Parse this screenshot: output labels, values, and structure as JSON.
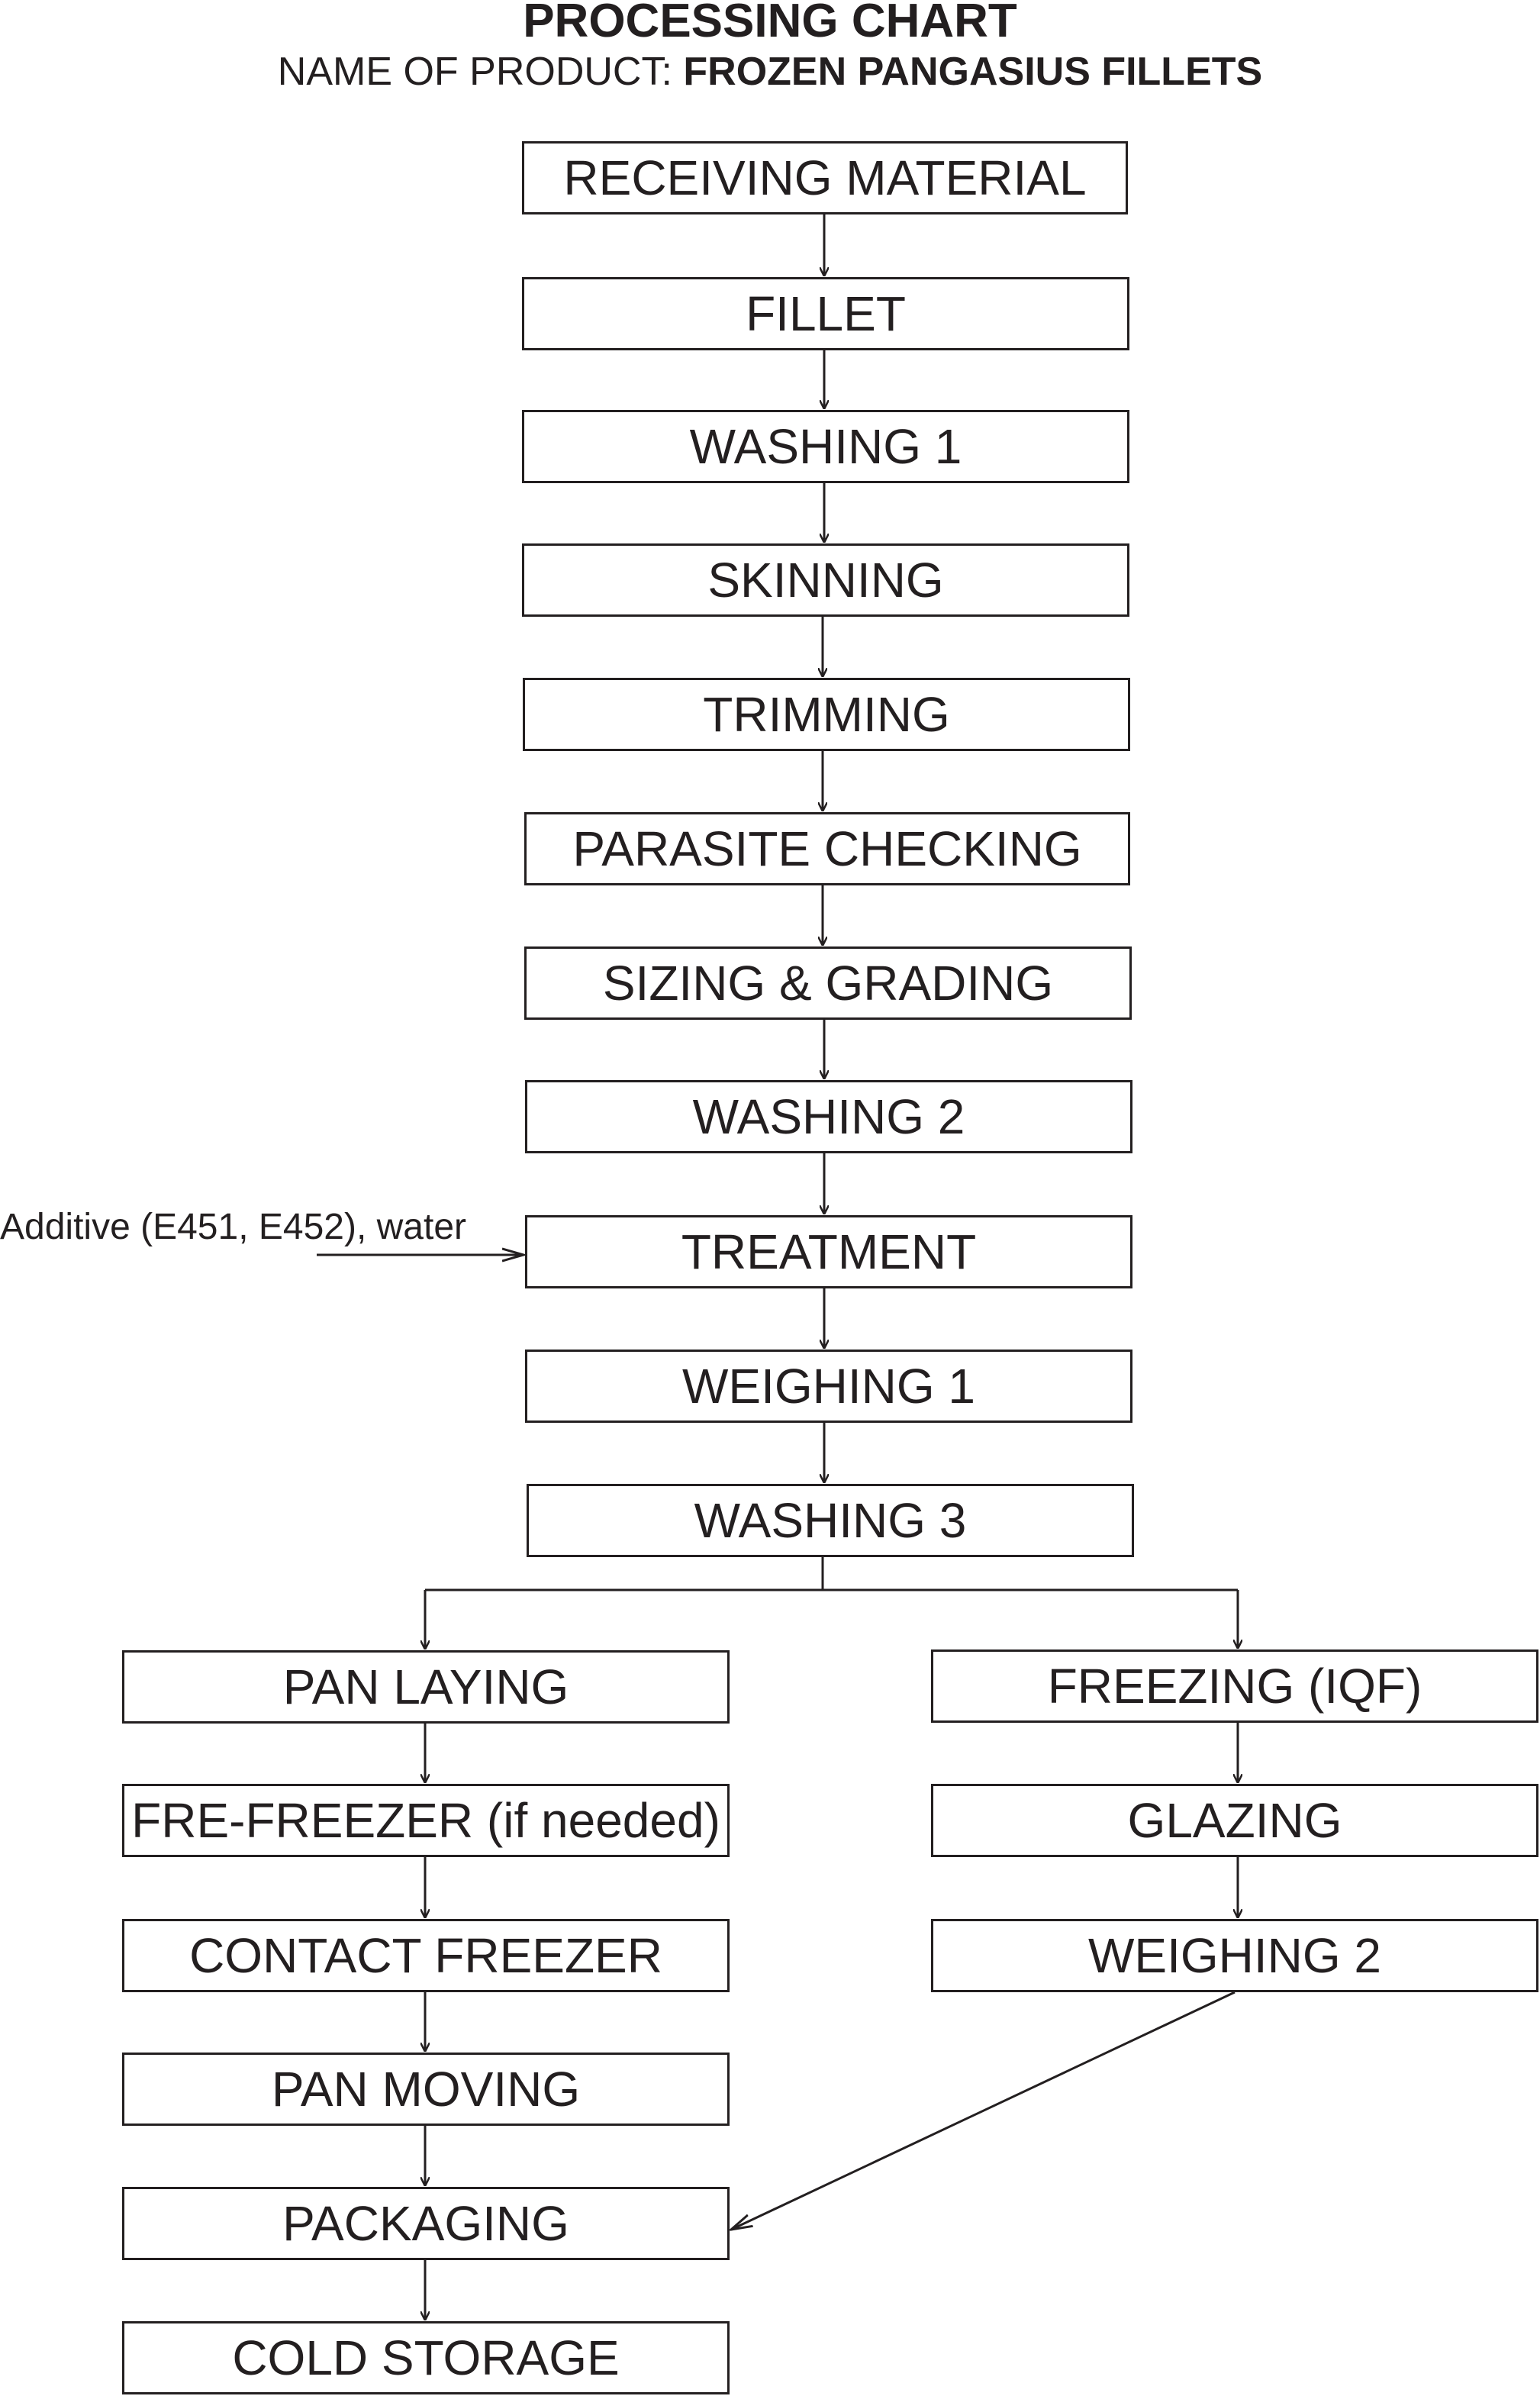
{
  "header": {
    "title": "PROCESSING CHART",
    "subtitle_label": "NAME OF PRODUCT: ",
    "subtitle_value": "FROZEN PANGASIUS FILLETS"
  },
  "steps": {
    "receiving_material": "RECEIVING MATERIAL",
    "fillet": "FILLET",
    "washing_1": "WASHING 1",
    "skinning": "SKINNING",
    "trimming": "TRIMMING",
    "parasite_checking": "PARASITE CHECKING",
    "sizing_grading": "SIZING & GRADING",
    "washing_2": "WASHING 2",
    "treatment": "TREATMENT",
    "weighing_1": "WEIGHING 1",
    "washing_3": "WASHING 3",
    "pan_laying": "PAN LAYING",
    "fre_freezer": "FRE-FREEZER (if needed)",
    "contact_freezer": "CONTACT FREEZER",
    "pan_moving": "PAN MOVING",
    "packaging": "PACKAGING",
    "cold_storage": "COLD STORAGE",
    "freezing_iqf": "FREEZING (IQF)",
    "glazing": "GLAZING",
    "weighing_2": "WEIGHING 2"
  },
  "inputs": {
    "treatment_additive": "Additive (E451, E452), water"
  },
  "colors": {
    "stroke": "#231f20",
    "background": "#ffffff"
  }
}
